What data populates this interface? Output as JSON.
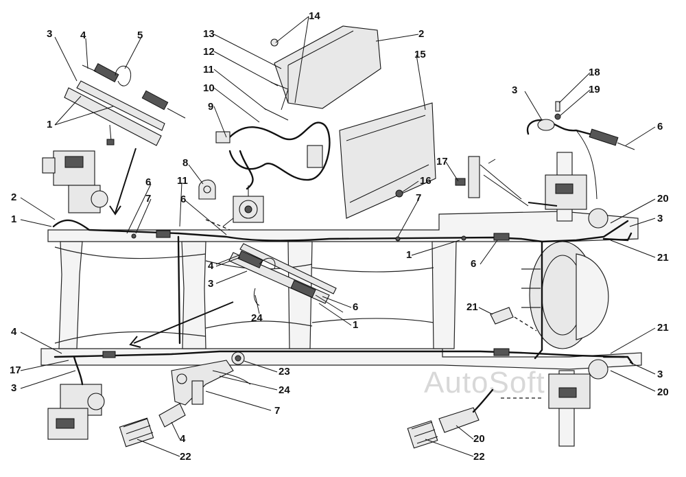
{
  "diagram": {
    "watermark": "AutoSoft",
    "callouts": {
      "c1a": "1",
      "c1b": "1",
      "c1c": "1",
      "c1d": "1",
      "c2a": "2",
      "c2b": "2",
      "c3a": "3",
      "c3b": "3",
      "c3c": "3",
      "c3d": "3",
      "c3e": "3",
      "c3f": "3",
      "c4a": "4",
      "c4b": "4",
      "c4c": "4",
      "c4d": "4",
      "c5": "5",
      "c6a": "6",
      "c6b": "6",
      "c6c": "6",
      "c6d": "6",
      "c6e": "6",
      "c7a": "7",
      "c7b": "7",
      "c7c": "7",
      "c8": "8",
      "c9": "9",
      "c10": "10",
      "c11a": "11",
      "c11b": "11",
      "c12": "12",
      "c13": "13",
      "c14": "14",
      "c15": "15",
      "c16": "16",
      "c17a": "17",
      "c17b": "17",
      "c18": "18",
      "c19": "19",
      "c20a": "20",
      "c20b": "20",
      "c20c": "20",
      "c21a": "21",
      "c21b": "21",
      "c21c": "21",
      "c22a": "22",
      "c22b": "22",
      "c23": "23",
      "c24a": "24",
      "c24b": "24"
    }
  }
}
